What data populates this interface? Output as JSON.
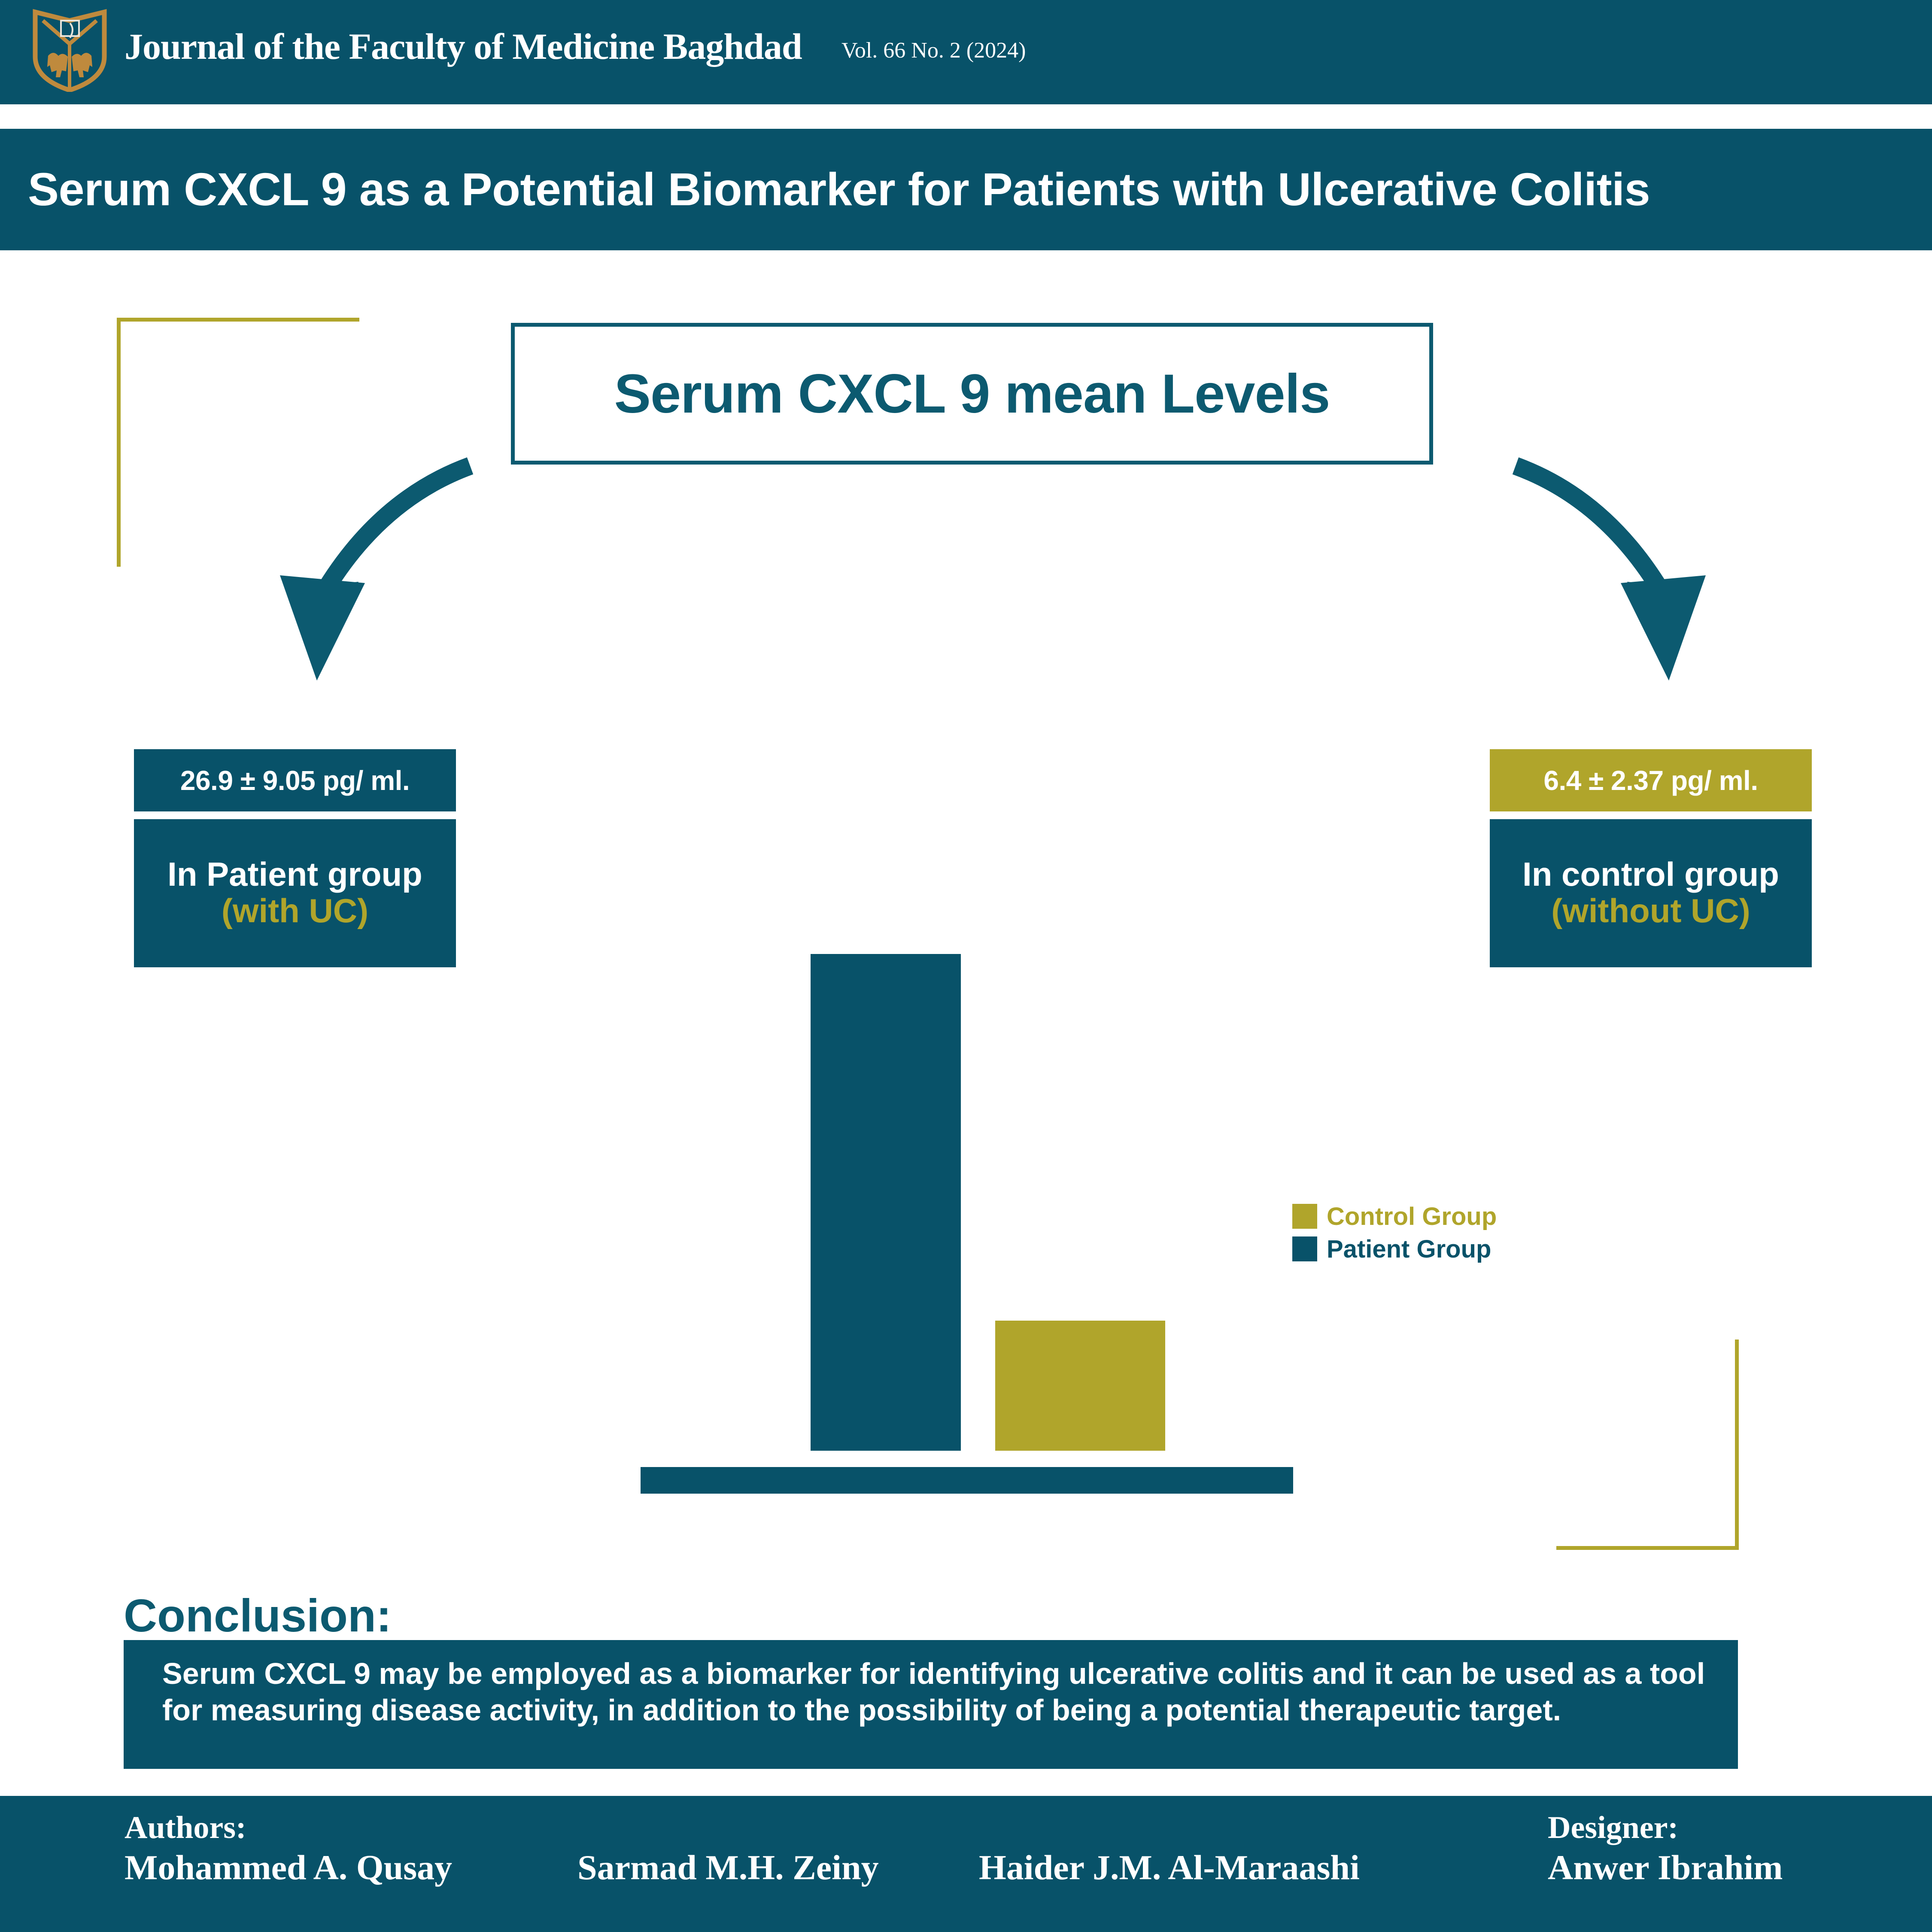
{
  "header": {
    "journal_title": "Journal of the Faculty of Medicine Baghdad",
    "issue": "Vol. 66   No. 2 (2024)",
    "logo_icon": "shield-crest-icon"
  },
  "title_bar": {
    "article_title": "Serum CXCL 9 as a Potential Biomarker for Patients with Ulcerative Colitis"
  },
  "chart_title": "Serum CXCL 9  mean Levels",
  "stats": {
    "left": {
      "value": "26.9 ± 9.05 pg/ ml.",
      "label_line1": "In Patient group",
      "label_line2": "(with UC)"
    },
    "right": {
      "value": "6.4 ± 2.37 pg/ ml.",
      "label_line1": "In control group",
      "label_line2": "(without UC)"
    }
  },
  "arrows": {
    "left_icon": "curved-arrow-down-left-icon",
    "right_icon": "curved-arrow-down-right-icon"
  },
  "legend": [
    {
      "label": "Control Group",
      "color": "#b0a52b"
    },
    {
      "label": "Patient Group",
      "color": "#085269"
    }
  ],
  "conclusion": {
    "heading": "Conclusion:",
    "text": "Serum CXCL 9 may be employed as a biomarker for identifying ulcerative colitis and it can be used as a tool for measuring disease activity, in addition to the possibility of being a potential therapeutic target."
  },
  "footer": {
    "authors_label": "Authors:",
    "authors": [
      "Mohammed A. Qusay",
      "Sarmad M.H. Zeiny",
      "Haider J.M. Al-Maraashi"
    ],
    "designer_label": "Designer:",
    "designer": "Anwer Ibrahim"
  },
  "colors": {
    "teal": "#085269",
    "olive": "#b0a52b",
    "white": "#ffffff",
    "gold_logo": "#bf8a3d"
  },
  "chart_data": {
    "type": "bar",
    "title": "Serum CXCL 9  mean Levels",
    "categories": [
      "Patient Group",
      "Control Group"
    ],
    "values": [
      26.9,
      6.4
    ],
    "errors": [
      9.05,
      2.37
    ],
    "units": "pg/ml",
    "series": [
      {
        "name": "Patient Group",
        "values": [
          26.9
        ],
        "color": "#085269"
      },
      {
        "name": "Control Group",
        "values": [
          6.4
        ],
        "color": "#b0a52b"
      }
    ],
    "xlabel": "",
    "ylabel": "",
    "ylim": [
      0,
      30
    ],
    "grid": false,
    "legend_position": "right",
    "axis_ticks_visible": false
  }
}
